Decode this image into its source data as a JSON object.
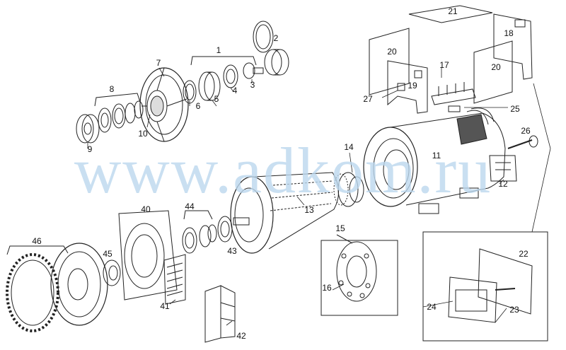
{
  "watermark": "www.adkom.ru",
  "labels": {
    "p1": "1",
    "p2": "2",
    "p3": "3",
    "p4": "4",
    "p5": "5",
    "p6": "6",
    "p7": "7",
    "p8": "8",
    "p9": "9",
    "p10": "10",
    "p11": "11",
    "p12": "12",
    "p13": "13",
    "p14": "14",
    "p15": "15",
    "p16": "16",
    "p17": "17",
    "p18": "18",
    "p19": "19",
    "p20a": "20",
    "p20b": "20",
    "p21": "21",
    "p22": "22",
    "p23": "23",
    "p24": "24",
    "p25": "25",
    "p26": "26",
    "p27": "27",
    "p40": "40",
    "p41": "41",
    "p42": "42",
    "p43": "43",
    "p44": "44",
    "p45": "45",
    "p46": "46"
  },
  "colors": {
    "line": "#222222",
    "watermark": "#bcd8ee",
    "fill": "#ffffff"
  }
}
